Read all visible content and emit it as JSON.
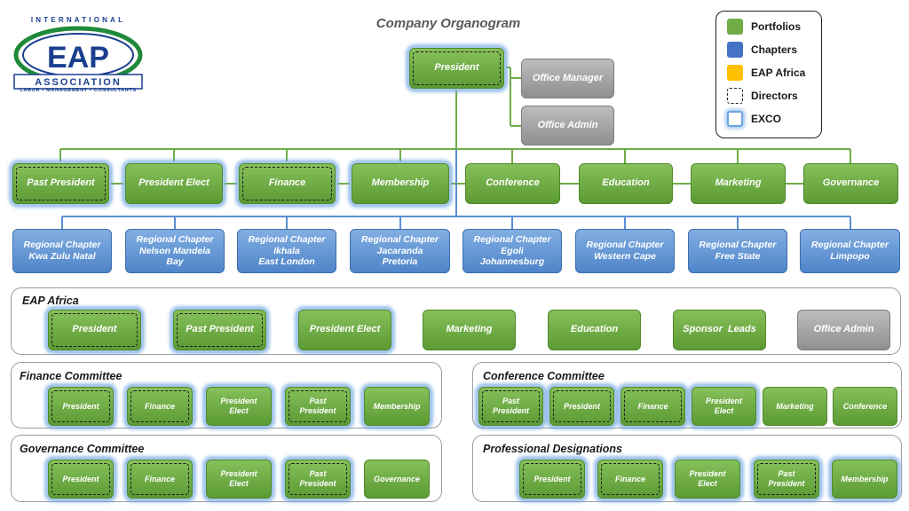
{
  "logo": {
    "top_text": "INTERNATIONAL",
    "main_text": "EAP",
    "band_text": "ASSOCIATION",
    "bottom_text": "LABOR • MANAGEMENT • CONSULTANTS"
  },
  "title": "Company Organogram",
  "legend": [
    {
      "label": "Portfolios",
      "color": "#70ad47"
    },
    {
      "label": "Chapters",
      "color": "#4472c4"
    },
    {
      "label": "EAP Africa",
      "color": "#ffc000"
    },
    {
      "label": "Directors",
      "style": "dashed"
    },
    {
      "label": "EXCO",
      "style": "glow"
    }
  ],
  "top": {
    "president": "President",
    "office_manager": "Office Manager",
    "office_admin": "Office Admin"
  },
  "portfolios": [
    "Past President",
    "President Elect",
    "Finance",
    "Membership",
    "Conference",
    "Education",
    "Marketing",
    "Governance"
  ],
  "chapters": [
    "Regional Chapter\nKwa Zulu Natal",
    "Regional Chapter\nNelson Mandela\nBay",
    "Regional Chapter\nIkhala\nEast London",
    "Regional Chapter\nJacaranda\nPretoria",
    "Regional Chapter\nEgoli\nJohannesburg",
    "Regional Chapter\nWestern Cape",
    "Regional Chapter\nFree State",
    "Regional Chapter\nLimpopo"
  ],
  "eap_africa": {
    "title": "EAP Africa",
    "items": [
      "President",
      "Past President",
      "President Elect",
      "Marketing",
      "Education",
      "Sponsor  Leads",
      "Office Admin"
    ]
  },
  "finance_committee": {
    "title": "Finance Committee",
    "items": [
      "President",
      "Finance",
      "President\nElect",
      "Past\nPresident",
      "Membership"
    ]
  },
  "conference_committee": {
    "title": "Conference Committee",
    "items": [
      "Past\nPresident",
      "President",
      "Finance",
      "President\nElect",
      "Marketing",
      "Conference"
    ]
  },
  "governance_committee": {
    "title": "Governance Committee",
    "items": [
      "President",
      "Finance",
      "President\nElect",
      "Past\nPresident",
      "Governance"
    ]
  },
  "professional_designations": {
    "title": "Professional Designations",
    "items": [
      "President",
      "Finance",
      "President\nElect",
      "Past\nPresident",
      "Membership"
    ]
  }
}
